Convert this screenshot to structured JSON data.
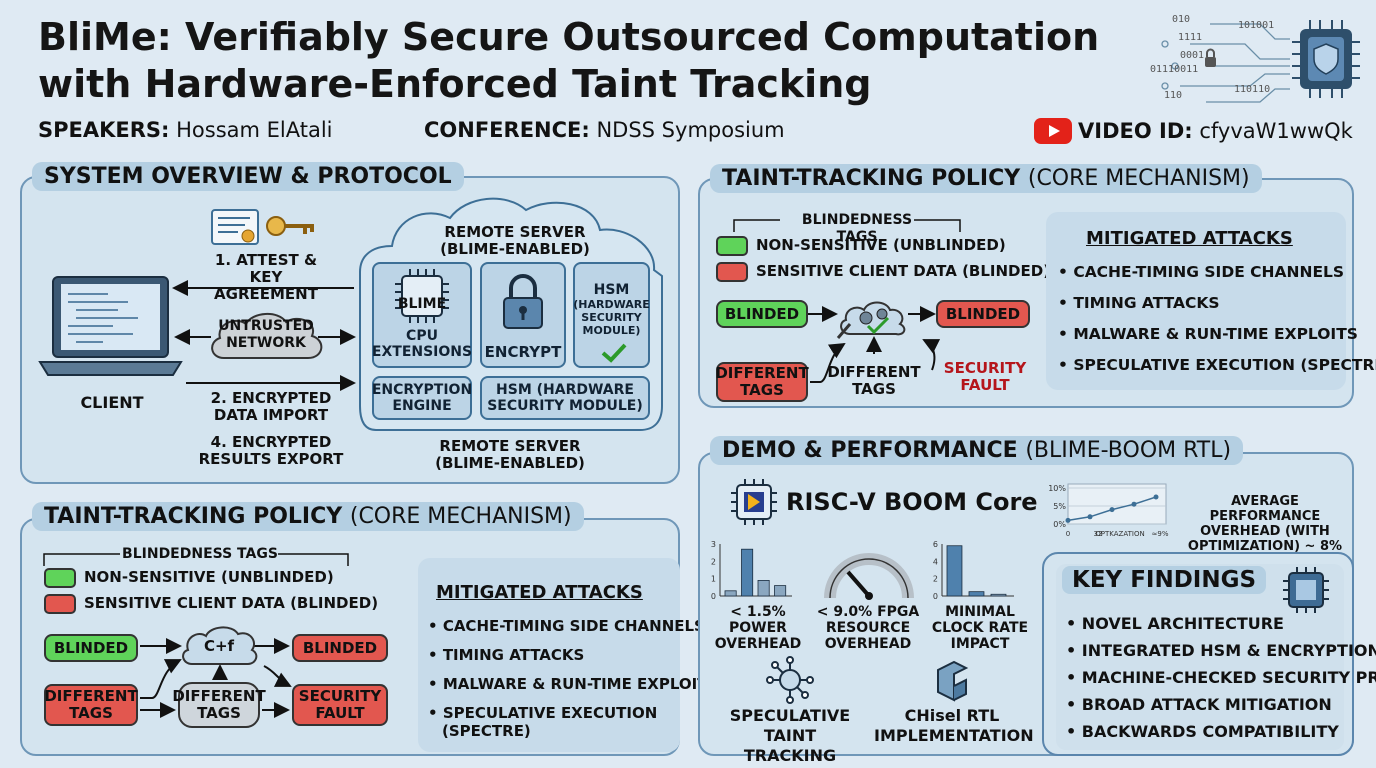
{
  "title": {
    "line1": "BliMe: Verifiably Secure Outsourced Computation",
    "line2": "with Hardware-Enforced Taint Tracking"
  },
  "meta": {
    "speakers_label": "SPEAKERS:",
    "speakers_value": "Hossam ElAtali",
    "conference_label": "CONFERENCE:",
    "conference_value": "NDSS Symposium",
    "video_label": "VIDEO ID:",
    "video_value": "cfyvaW1wwQk"
  },
  "header_art": {
    "bits": [
      "010",
      "1111",
      "0001",
      "01110011",
      "110",
      "101001",
      "110110"
    ]
  },
  "overview": {
    "title": "SYSTEM OVERVIEW & PROTOCOL",
    "step1": "1. ATTEST & KEY AGREEMENT",
    "network": "UNTRUSTED NETWORK",
    "step2": "2. ENCRYPTED DATA IMPORT",
    "step4": "4. ENCRYPTED RESULTS EXPORT",
    "client": "CLIENT",
    "server_top": "REMOTE SERVER (BLIME-ENABLED)",
    "server_bottom": "REMOTE SERVER (BLIME-ENABLED)",
    "chip_label": "BLIME",
    "cpu": "CPU EXTENSIONS",
    "encrypt": "ENCRYPT",
    "hsm_title": "HSM",
    "hsm_sub": "(HARDWARE SECURITY MODULE)",
    "enc_engine": "ENCRYPTION ENGINE",
    "hsm_full": "HSM (HARDWARE SECURITY MODULE)"
  },
  "policy_top": {
    "title": "TAINT-TRACKING POLICY",
    "subtitle": "(CORE MECHANISM)",
    "tags_label": "BLINDEDNESS TAGS",
    "nonsensitive": "NON-SENSITIVE (UNBLINDED)",
    "sensitive": "SENSITIVE CLIENT DATA (BLINDED)",
    "blinded_in": "BLINDED",
    "blinded_out": "BLINDED",
    "diff_tags_in": "DIFFERENT TAGS",
    "diff_tags": "DIFFERENT TAGS",
    "fault": "SECURITY FAULT",
    "attacks_title": "MITIGATED ATTACKS",
    "attacks": [
      "CACHE-TIMING SIDE CHANNELS",
      "TIMING ATTACKS",
      "MALWARE & RUN-TIME EXPLOITS",
      "SPECULATIVE EXECUTION (SPECTRE)"
    ]
  },
  "policy_bottom": {
    "title": "TAINT-TRACKING POLICY",
    "subtitle": "(CORE MECHANISM)",
    "tags_label": "BLINDEDNESS TAGS",
    "nonsensitive": "NON-SENSITIVE (UNBLINDED)",
    "sensitive": "SENSITIVE CLIENT DATA (BLINDED)",
    "blinded_in": "BLINDED",
    "cloud": "C+f",
    "blinded_out": "BLINDED",
    "diff_tags_in": "DIFFERENT TAGS",
    "diff_tags": "DIFFERENT TAGS",
    "fault": "SECURITY FAULT",
    "attacks_title": "MITIGATED ATTACKS",
    "attacks": [
      "CACHE-TIMING SIDE CHANNELS",
      "TIMING ATTACKS",
      "MALWARE & RUN-TIME EXPLOITS",
      "SPECULATIVE EXECUTION (SPECTRE)"
    ]
  },
  "demo": {
    "title": "DEMO & PERFORMANCE",
    "subtitle": "(BLIME-BOOM RTL)",
    "core": "RISC-V BOOM Core",
    "perf_caption": "AVERAGE PERFORMANCE OVERHEAD (WITH OPTIMIZATION) ~ 8%",
    "power": "< 1.5% POWER OVERHEAD",
    "fpga": "< 9.0% FPGA RESOURCE OVERHEAD",
    "clock": "MINIMAL CLOCK RATE IMPACT",
    "spec": "SPECULATIVE TAINT TRACKING",
    "chisel": "CHisel RTL IMPLEMENTATION"
  },
  "chart_data": [
    {
      "type": "line",
      "title": "",
      "xlabel": "OPTKAZATION",
      "ylabel": "",
      "yticks": [
        "10%",
        "5%",
        "0%"
      ],
      "xticks": [
        "0",
        "32",
        "OPTKAZATION",
        "≈9%"
      ],
      "x": [
        0,
        1,
        2,
        3,
        4
      ],
      "values": [
        1.0,
        2.0,
        4.0,
        5.5,
        7.5
      ],
      "ylim": [
        0,
        10
      ]
    },
    {
      "type": "bar",
      "title": "",
      "yticks": [
        "3",
        "2",
        "1",
        "0"
      ],
      "values": [
        0.3,
        2.7,
        0.9,
        0.6
      ],
      "ylim": [
        0,
        3
      ]
    },
    {
      "type": "bar",
      "title": "",
      "yticks": [
        "6",
        "4",
        "2",
        "0"
      ],
      "values": [
        5.8,
        0.5,
        0.2
      ],
      "ylim": [
        0,
        6
      ]
    }
  ],
  "findings": {
    "title": "KEY FINDINGS",
    "items": [
      "NOVEL ARCHITECTURE",
      "INTEGRATED HSM & ENCRYPTION",
      "MACHINE-CHECKED SECURITY PROOF",
      "BROAD ATTACK MITIGATION",
      "BACKWARDS COMPATIBILITY"
    ]
  },
  "colors": {
    "panel": "#d4e4ef",
    "panel_border": "#6f97b8",
    "green": "#5fd35a",
    "red": "#e2574f",
    "fault_text": "#b5151b",
    "accent": "#3d6f96"
  }
}
